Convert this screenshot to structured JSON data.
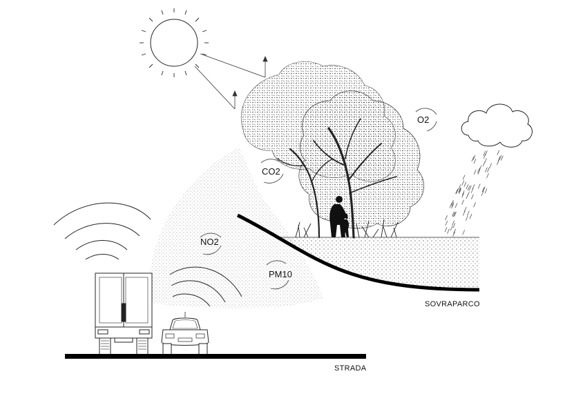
{
  "labels": {
    "o2": "O2",
    "co2": "CO2",
    "no2": "NO2",
    "pm10": "PM10",
    "sovraparco": "SOVRAPARCO",
    "strada": "STRADA"
  },
  "colors": {
    "ink": "#111111",
    "foliage": "#3a3a3a",
    "haze": "#bdbdbd",
    "paper": "#ffffff"
  },
  "icons": [
    "sun-icon",
    "cloud-icon",
    "truck-icon",
    "car-icon",
    "tree-icon",
    "person-icon",
    "child-icon",
    "rain-icon",
    "noise-wave-icon",
    "cycle-arrow-icon"
  ]
}
